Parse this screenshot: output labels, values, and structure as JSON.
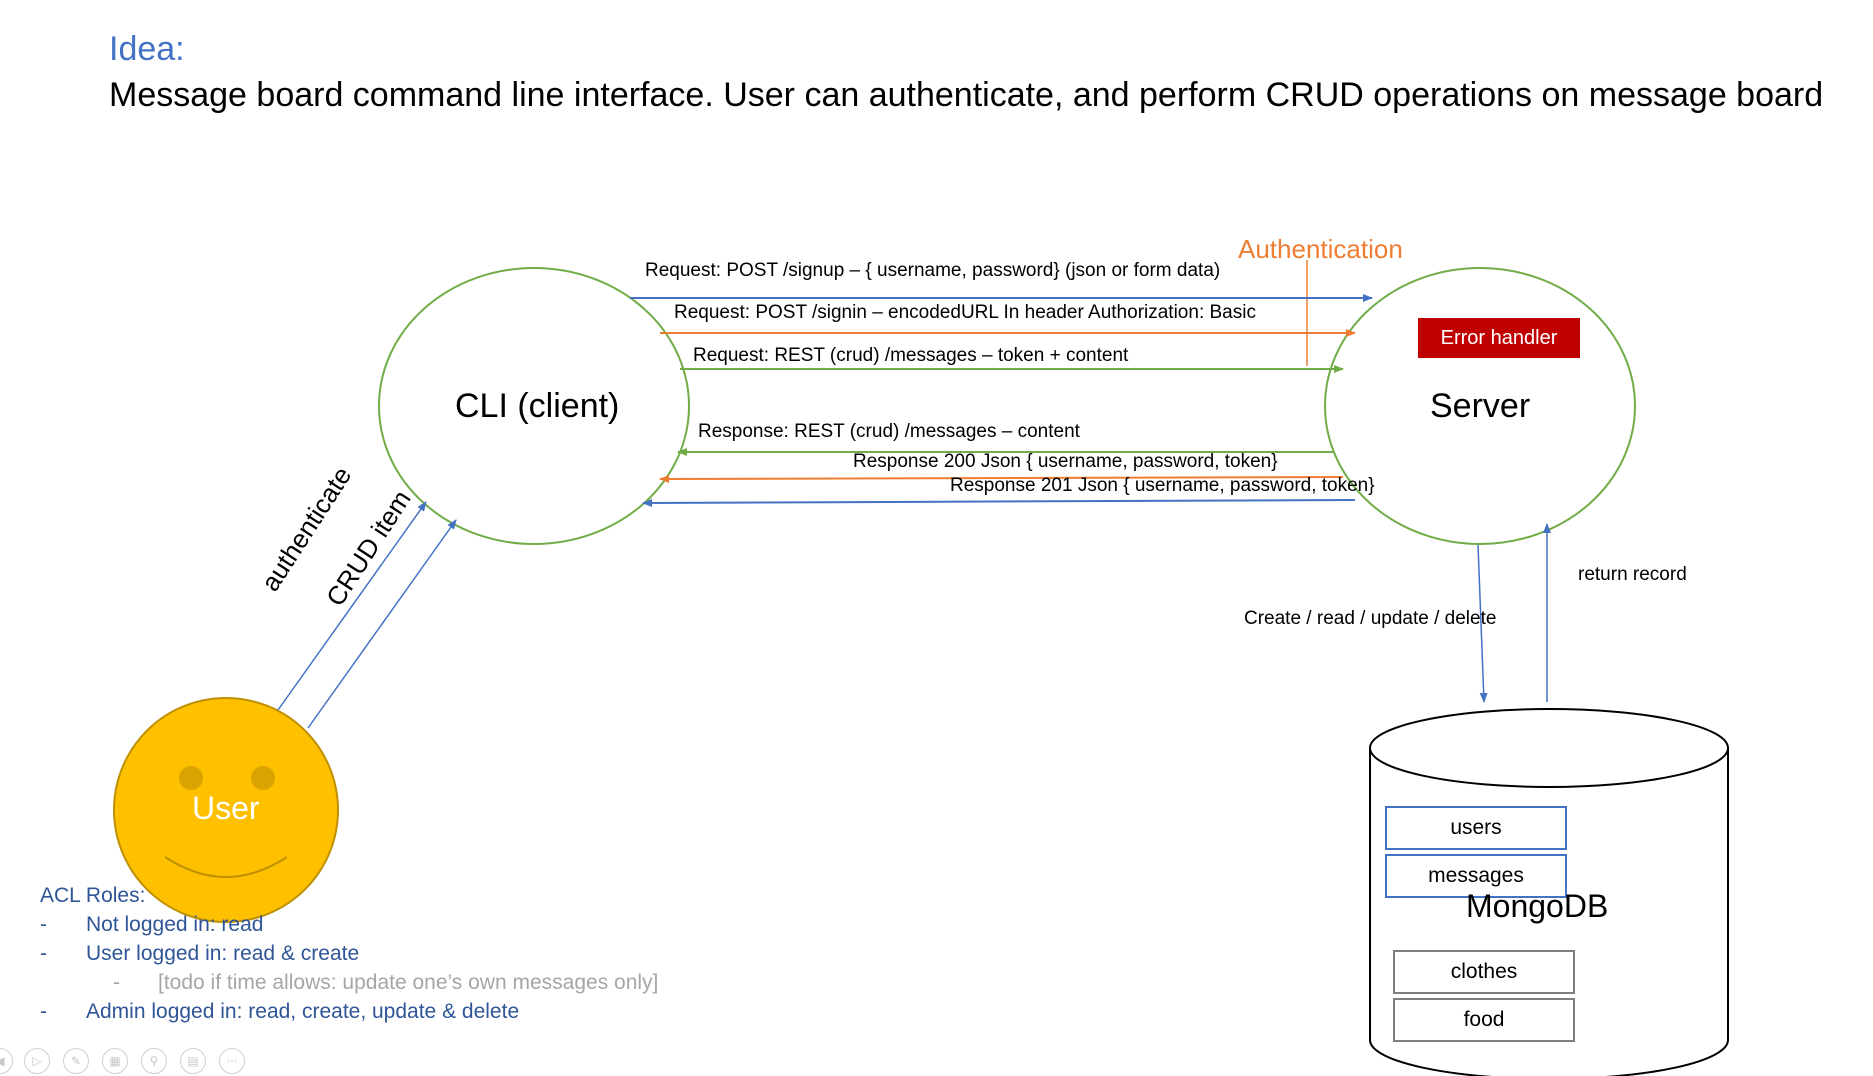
{
  "title": {
    "heading": "Idea:",
    "text": "Message board command line interface. User can authenticate, and perform CRUD operations on message board"
  },
  "nodes": {
    "client": "CLI (client)",
    "server": "Server",
    "user": "User",
    "database": "MongoDB"
  },
  "authentication_label": "Authentication",
  "error_handler": "Error handler",
  "requests": [
    "Request: POST /signup – { username, password} (json or form data)",
    "Request: POST /signin – encodedURL In header Authorization: Basic",
    "Request: REST (crud) /messages – token + content"
  ],
  "responses": [
    "Response: REST (crud) /messages – content",
    "Response 200 Json { username, password, token}",
    "Response 201 Json { username, password, token}"
  ],
  "user_actions": [
    "authenticate",
    "CRUD  item"
  ],
  "db_arrows": {
    "down": "Create / read / update / delete",
    "up": "return record"
  },
  "collections_blue": [
    "users",
    "messages"
  ],
  "collections_gray": [
    "clothes",
    "food"
  ],
  "acl": {
    "heading": "ACL Roles:",
    "items": [
      {
        "dash": "-",
        "text": "Not logged in: read"
      },
      {
        "dash": "-",
        "text": "User logged in: read & create"
      },
      {
        "dash": "-",
        "text": "[todo if time allows: update one’s own messages only]"
      },
      {
        "dash": "-",
        "text": "Admin logged in: read, create, update & delete"
      }
    ]
  },
  "colors": {
    "blue": "#4472c4",
    "orange": "#ed7d31",
    "green": "#70ad47",
    "red": "#c00000",
    "yellow": "#ffc000",
    "acl_text": "#2f5597"
  },
  "icons": [
    "previous-icon",
    "play-icon",
    "pen-icon",
    "slides-icon",
    "zoom-icon",
    "subtitle-icon",
    "more-icon"
  ]
}
